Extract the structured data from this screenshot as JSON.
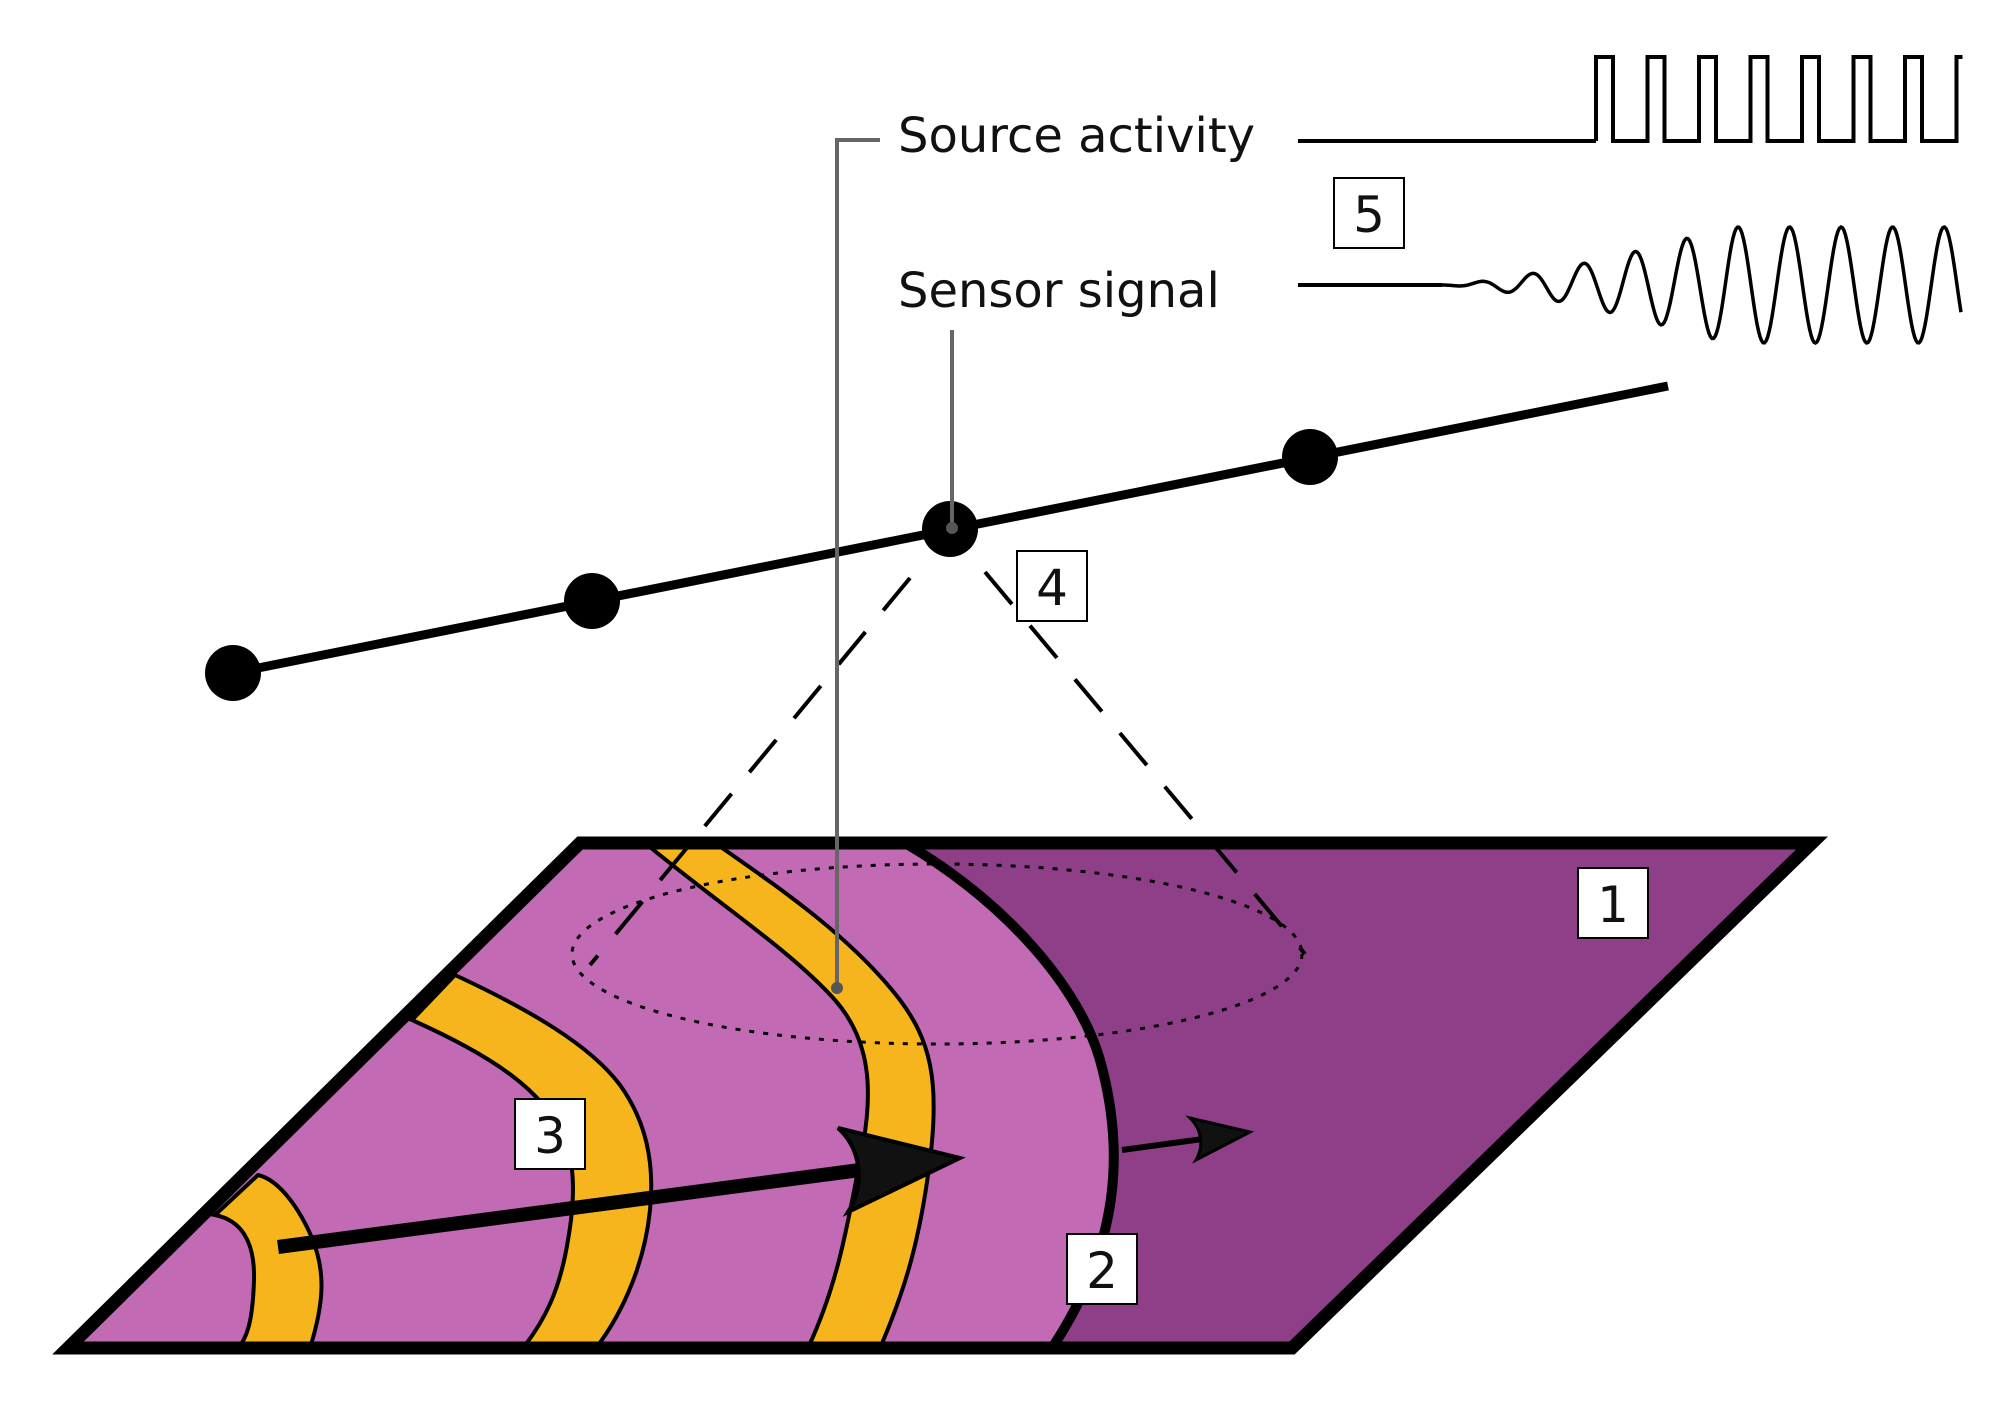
{
  "labels": {
    "source_activity": "Source activity",
    "sensor_signal": "Sensor signal"
  },
  "markers": {
    "m1": "1",
    "m2": "2",
    "m3": "3",
    "m4": "4",
    "m5": "5"
  },
  "colors": {
    "tissue_light": "#C26AB4",
    "tissue_dark": "#8F3F88",
    "wavefront": "#F7B51D",
    "stroke": "#000000",
    "leader": "#666666"
  }
}
